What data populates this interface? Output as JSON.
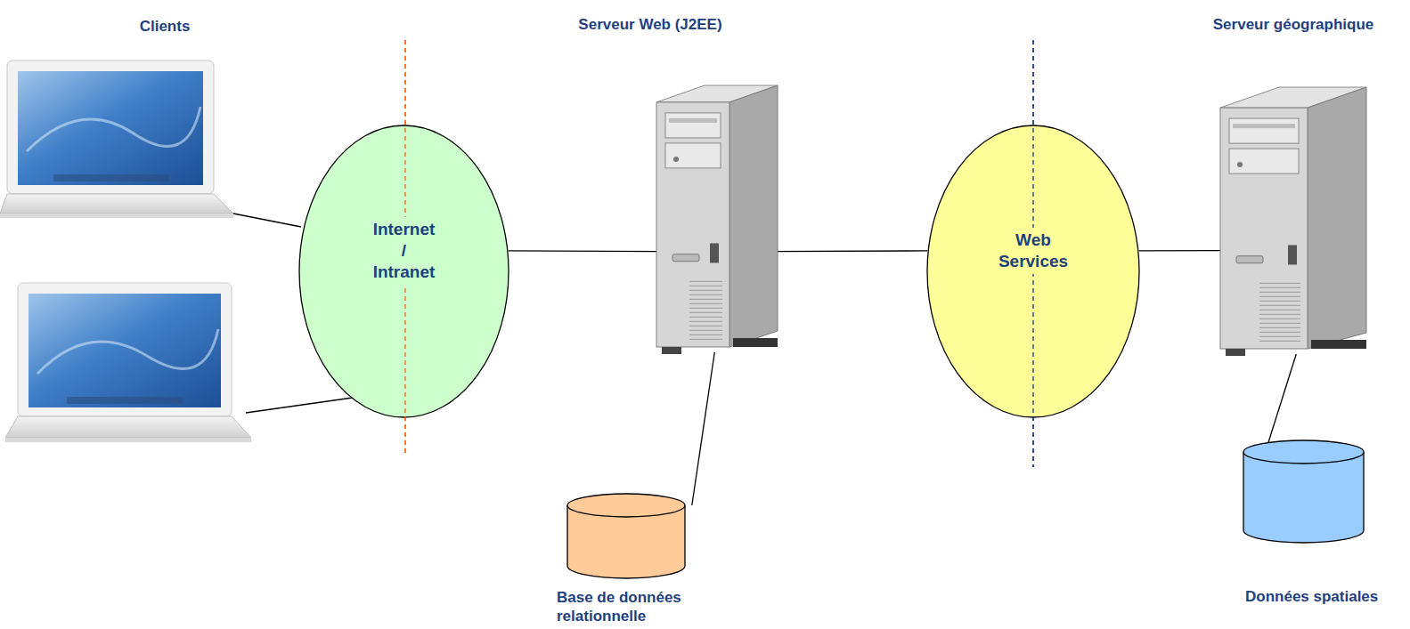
{
  "diagram": {
    "nodes": [
      {
        "text": [
          "Internet / Intranet"
        ]
      },
      {
        "text": [
          "Serveur Web (J2EE)"
        ]
      },
      {
        "text": [
          "Web Services"
        ]
      },
      {
        "text": [
          "Serveur géographique"
        ]
      },
      {
        "text": [
          "Base de données relationnelle"
        ]
      },
      {
        "text": [
          "Données spatiales"
        ]
      }
    ],
    "edges": [
      {
        "from": 0,
        "to": 1,
        "arrow": "none"
      },
      {
        "from": 1,
        "to": 2,
        "arrow": "none"
      },
      {
        "from": 2,
        "to": 3,
        "arrow": "none"
      },
      {
        "from": 1,
        "to": 4,
        "arrow": "none"
      },
      {
        "from": 3,
        "to": 5,
        "arrow": "none"
      }
    ],
    "labels": [
      "Clients"
    ]
  }
}
